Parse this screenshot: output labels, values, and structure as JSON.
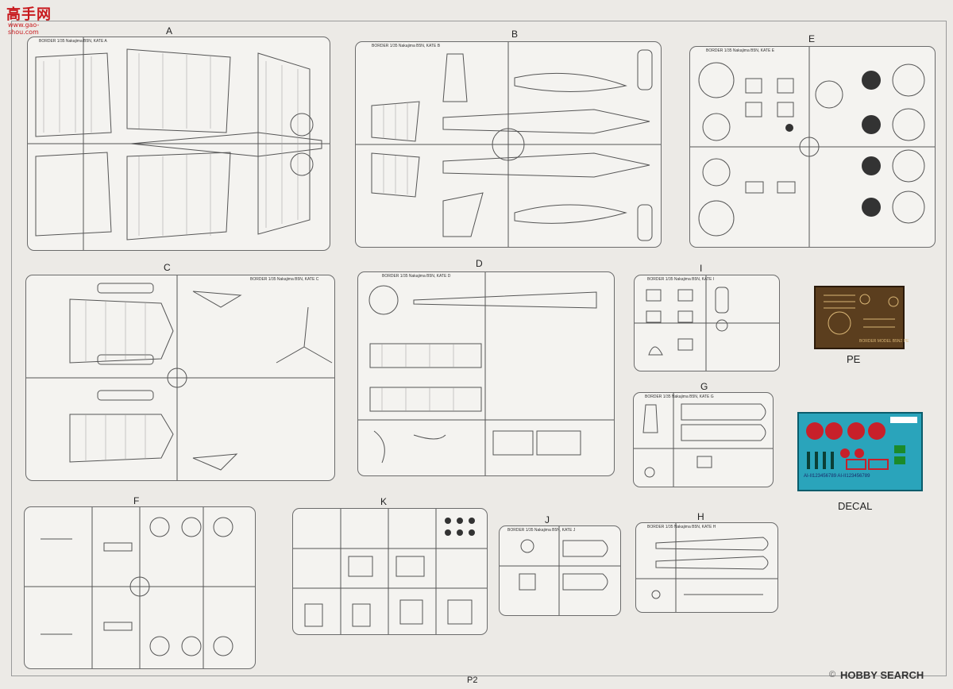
{
  "logo": {
    "main": "高手网",
    "sub": "www.gao-shou.com"
  },
  "sprues": [
    {
      "id": "A",
      "title": "BORDER 1/35 Nakajima B5N, KATE  A"
    },
    {
      "id": "B",
      "title": "BORDER 1/35 Nakajima B5N, KATE  B"
    },
    {
      "id": "E",
      "title": "BORDER 1/35 Nakajima B5N, KATE  E"
    },
    {
      "id": "C",
      "title": "BORDER 1/35 Nakajima B5N, KATE  C"
    },
    {
      "id": "D",
      "title": "BORDER 1/35 Nakajima B5N, KATE  D"
    },
    {
      "id": "I",
      "title": "BORDER 1/35 Nakajima B5N, KATE  I"
    },
    {
      "id": "G",
      "title": "BORDER 1/35 Nakajima B5N, KATE  G"
    },
    {
      "id": "F",
      "title": ""
    },
    {
      "id": "K",
      "title": ""
    },
    {
      "id": "J",
      "title": "BORDER 1/35 Nakajima B5N, KATE  J"
    },
    {
      "id": "H",
      "title": "BORDER 1/35 Nakajima B5N, KATE  H"
    }
  ],
  "pe": {
    "label": "PE",
    "brand": "BORDER MODEL B5N2 PE"
  },
  "decal": {
    "label": "DECAL",
    "codes": "AI-II123456789 AI-II123456789"
  },
  "page_number": "P2",
  "watermark": "HOBBY SEARCH",
  "colors": {
    "decal_bg": "#2aa4bb",
    "pe_bg": "#5b3e1e",
    "hinomaru": "#c8202a",
    "logo": "#c8191d"
  }
}
